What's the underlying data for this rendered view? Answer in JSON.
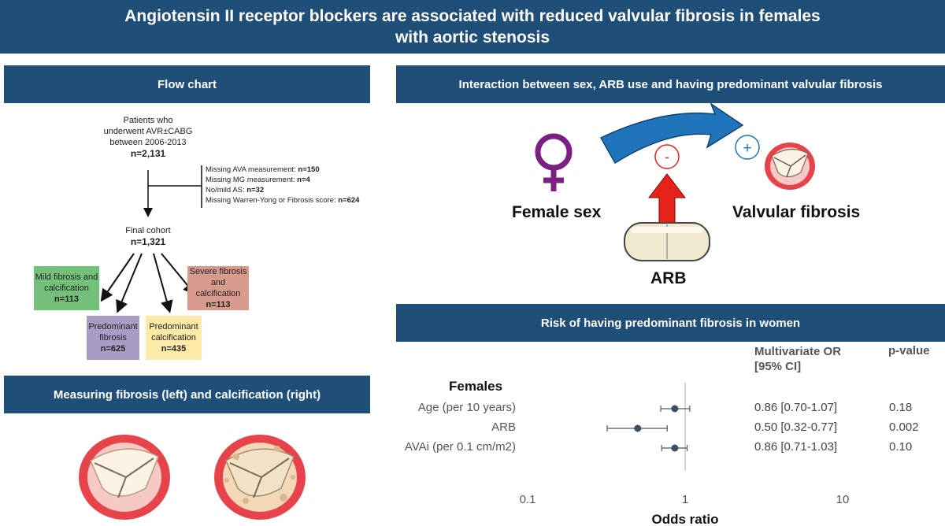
{
  "title": {
    "line1": "Angiotensin II receptor blockers are associated with reduced valvular fibrosis in females",
    "line2": "with aortic stenosis"
  },
  "sections": {
    "flow_chart": "Flow chart",
    "interaction": "Interaction between sex, ARB use and having predominant valvular fibrosis",
    "measuring": "Measuring fibrosis (left) and calcification (right)",
    "risk": "Risk of having predominant fibrosis in women"
  },
  "flow": {
    "start": [
      "Patients who",
      "underwent AVR±CABG",
      "between 2006-2013"
    ],
    "start_n": "n=2,131",
    "exclusions": [
      {
        "label": "Missing AVA measurement: ",
        "n": "n=150"
      },
      {
        "label": "Missing MG measurement: ",
        "n": "n=4"
      },
      {
        "label": "No/mild AS: ",
        "n": "n=32"
      },
      {
        "label": "Missing Warren-Yong or Fibrosis score: ",
        "n": "n=624"
      }
    ],
    "final": "Final cohort",
    "final_n": "n=1,321",
    "groups": [
      {
        "label": [
          "Mild fibrosis and",
          "calcification"
        ],
        "n": "n=113",
        "color": "#73c07a"
      },
      {
        "label": [
          "Predominant",
          "fibrosis"
        ],
        "n": "n=625",
        "color": "#a89cc4"
      },
      {
        "label": [
          "Predominant",
          "calcification"
        ],
        "n": "n=435",
        "color": "#fdeaa7"
      },
      {
        "label": [
          "Severe fibrosis",
          "and calcification"
        ],
        "n": "n=113",
        "color": "#d99a8e"
      }
    ]
  },
  "interaction": {
    "female_sex": "Female sex",
    "valvular_fibrosis": "Valvular fibrosis",
    "arb": "ARB",
    "minus": "-",
    "plus": "+",
    "colors": {
      "female_symbol": "#7b1f85",
      "arrow_blue": "#1f74bb",
      "arrow_red": "#e5231b"
    }
  },
  "risk_table": {
    "col_or": [
      "Multivariate OR",
      "[95% CI]"
    ],
    "col_p": "p-value",
    "group": "Females",
    "rows": [
      {
        "label": "Age (per 10 years)",
        "or": "0.86 [0.70-1.07]",
        "p": "0.18"
      },
      {
        "label": "ARB",
        "or": "0.50 [0.32-0.77]",
        "p": "0.002"
      },
      {
        "label": "AVAi (per 0.1 cm/m2)",
        "or": "0.86 [0.71-1.03]",
        "p": "0.10"
      }
    ]
  },
  "chart_data": {
    "type": "scatter",
    "subtype": "forest-plot",
    "title": "Risk of having predominant fibrosis in women",
    "xlabel": "Odds ratio",
    "ylabel": "",
    "x_scale": "log",
    "xlim": [
      0.1,
      10
    ],
    "x_ticks": [
      "0.1",
      "1",
      "10"
    ],
    "reference_line": 1,
    "categories": [
      "Age (per 10 years)",
      "ARB",
      "AVAi (per 0.1 cm/m2)"
    ],
    "series": [
      {
        "values": [
          0.86,
          0.5,
          0.86
        ],
        "lower": [
          0.7,
          0.32,
          0.71
        ],
        "upper": [
          1.07,
          0.77,
          1.03
        ]
      }
    ]
  }
}
